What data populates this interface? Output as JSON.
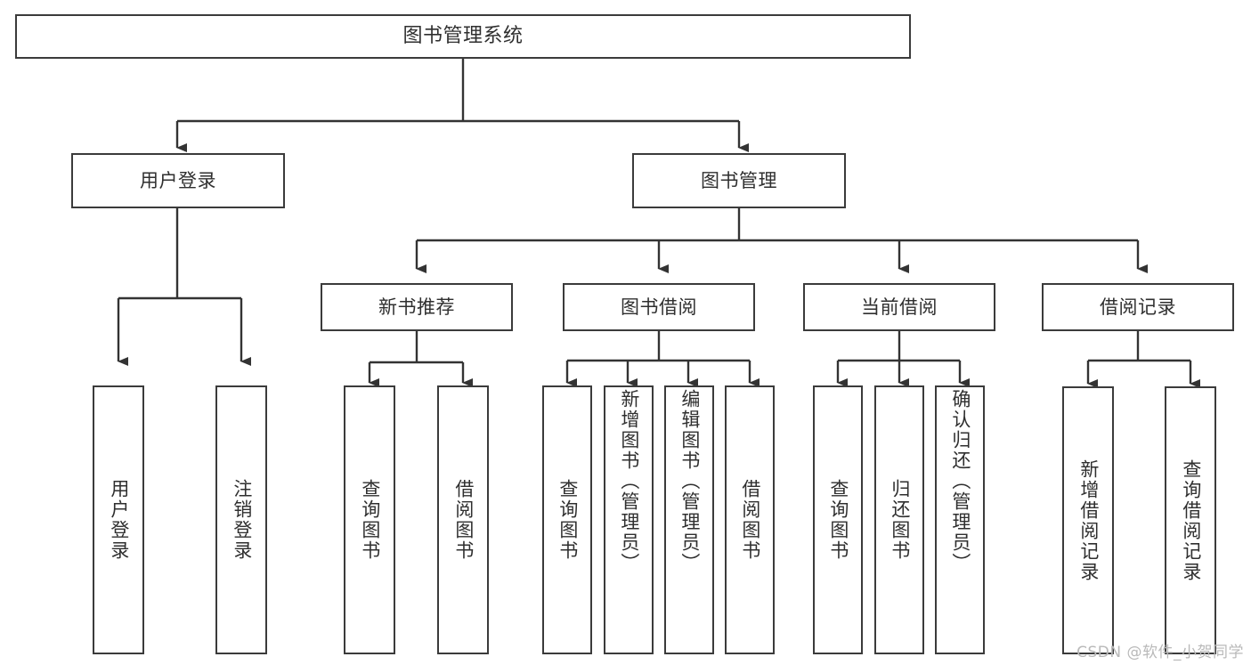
{
  "diagram": {
    "type": "tree-hierarchy",
    "title": "图书管理系统",
    "root": {
      "label": "图书管理系统"
    },
    "level1": [
      {
        "label": "用户登录"
      },
      {
        "label": "图书管理"
      }
    ],
    "level2": [
      {
        "label": "新书推荐",
        "parent": "图书管理"
      },
      {
        "label": "图书借阅",
        "parent": "图书管理"
      },
      {
        "label": "当前借阅",
        "parent": "图书管理"
      },
      {
        "label": "借阅记录",
        "parent": "图书管理"
      }
    ],
    "leaves": [
      {
        "label": "用户登录",
        "parent": "用户登录"
      },
      {
        "label": "注销登录",
        "parent": "用户登录"
      },
      {
        "label": "查询图书",
        "parent": "新书推荐"
      },
      {
        "label": "借阅图书",
        "parent": "新书推荐"
      },
      {
        "label": "查询图书",
        "parent": "图书借阅"
      },
      {
        "label": "新增图书（管理员）",
        "parent": "图书借阅"
      },
      {
        "label": "编辑图书（管理员）",
        "parent": "图书借阅"
      },
      {
        "label": "借阅图书",
        "parent": "图书借阅"
      },
      {
        "label": "查询图书",
        "parent": "当前借阅"
      },
      {
        "label": "归还图书",
        "parent": "当前借阅"
      },
      {
        "label": "确认归还（管理员）",
        "parent": "当前借阅"
      },
      {
        "label": "新增借阅记录",
        "parent": "借阅记录"
      },
      {
        "label": "查询借阅记录",
        "parent": "借阅记录"
      }
    ]
  },
  "watermark": {
    "text": "CSDN @软件_小贺同学"
  },
  "colors": {
    "box_border": "#3b3b3b",
    "box_fill": "#ffffff",
    "text": "#2f2f2f",
    "connector": "#333333",
    "watermark": "#b9b9b9",
    "background": "#ffffff"
  }
}
